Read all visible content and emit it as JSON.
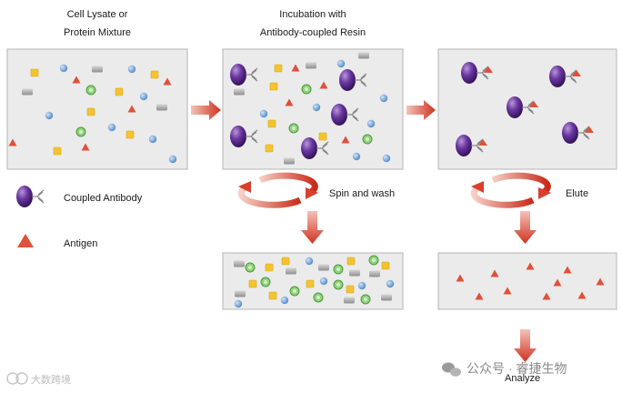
{
  "labels": {
    "lysate": [
      "Cell Lysate or",
      "Protein Mixture"
    ],
    "incubation": [
      "Incubation with",
      "Antibody-coupled Resin"
    ],
    "spin_wash": "Spin and wash",
    "elute": "Elute",
    "analyze": "Analyze"
  },
  "legend": {
    "antibody": "Coupled Antibody",
    "antigen": "Antigen"
  },
  "watermark": {
    "left": "大数跨境",
    "right": "公众号 · 睿捷生物"
  },
  "colors": {
    "panel_fill": "#ebebeb",
    "panel_border": "#b5b5b5",
    "arrow_red": "#d8402e",
    "antibody_purple": "#5a2a82",
    "antigen_red": "#e0503a",
    "protein_yellow": "#f4c430",
    "protein_blue": "#6fa0d8",
    "protein_green": "#7cc46a",
    "protein_grey": "#a9a9a9"
  }
}
